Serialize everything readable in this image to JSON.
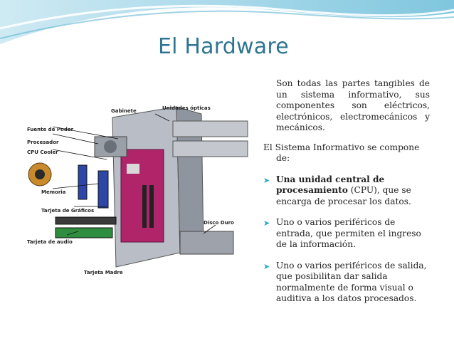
{
  "slide": {
    "title": "El Hardware",
    "intro": "Son todas las partes tangibles de un sistema informativo, sus componentes son eléctricos, electrónicos, electromecánicos y mecánicos.",
    "subheading_line1": "El Sistema Informativo se compone",
    "subheading_line2": "de:",
    "bullets": [
      {
        "bold": "Una unidad central de procesamiento",
        "rest": " (CPU), que se encarga de procesar los datos."
      },
      {
        "bold": "",
        "rest": "Uno o varios periféricos de entrada, que permiten el ingreso de la información."
      },
      {
        "bold": "",
        "rest": "Uno o varios periféricos de salida, que posibilitan dar salida normalmente de forma visual o auditiva a los datos procesados."
      }
    ],
    "bullet_icon": "arrow-right-icon",
    "accent_color": "#2e7591",
    "bullet_color": "#2aa6c4"
  },
  "figure": {
    "labels": {
      "gabinete": "Gabinete",
      "unidades_opticas": "Unidades ópticas",
      "fuente": "Fuente de Poder",
      "procesador": "Procesador",
      "cooler": "CPU Cooler",
      "memoria": "Memoria",
      "graficos": "Tarjeta de Gráficos",
      "audio": "Tarjeta de audio",
      "disco": "Disco Duro",
      "madre": "Tarjeta Madre"
    }
  }
}
